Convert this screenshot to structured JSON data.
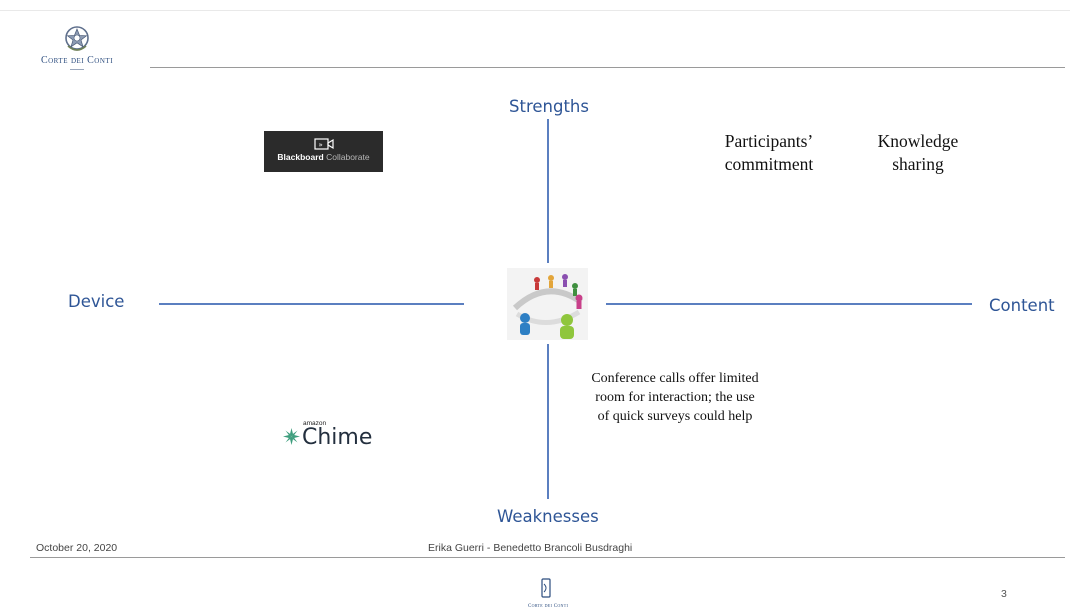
{
  "header": {
    "org_name": "Corte dei Conti"
  },
  "matrix": {
    "top_label": "Strengths",
    "bottom_label": "Weaknesses",
    "left_label": "Device",
    "right_label": "Content"
  },
  "quadrants": {
    "strength_content": [
      "Participants’ commitment",
      "Knowledge sharing"
    ],
    "weakness_content": "Conference calls offer limited room for interaction; the use of quick surveys could help"
  },
  "logos": {
    "blackboard_bold": "Blackboard",
    "blackboard_light": "Collaborate",
    "chime_small": "amazon",
    "chime_word": "Chime"
  },
  "footer": {
    "date": "October 20, 2020",
    "authors": "Erika Guerri - Benedetto Brancoli Busdraghi",
    "page_number": "3",
    "org_name": "Corte dei Conti"
  },
  "colors": {
    "axis": "#5b7fc0",
    "label": "#2e5596",
    "brand": "#2b4c7e"
  },
  "icons": [
    "emblem-icon",
    "video-camera-icon",
    "chime-icon",
    "people-network-image",
    "org-mark-icon"
  ]
}
